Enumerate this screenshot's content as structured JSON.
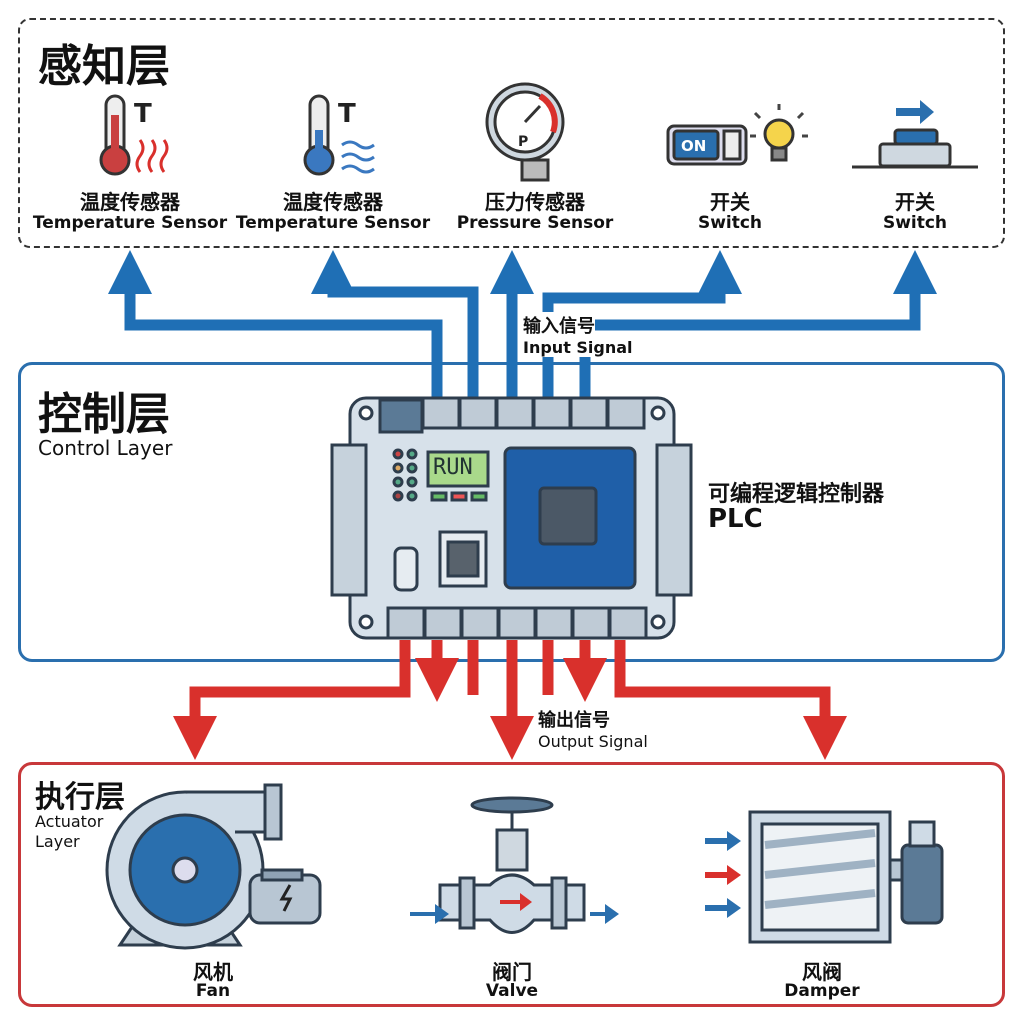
{
  "colors": {
    "input_arrow": "#1f6fb5",
    "output_arrow": "#d9302c",
    "control_border": "#2a6fae",
    "actuator_border": "#c8383a",
    "perception_border": "#333333",
    "pcb": "#1f5fa8",
    "plc_body": "#d7e1ea"
  },
  "perception_layer": {
    "title": "感知层",
    "devices": [
      {
        "cn": "温度传感器",
        "en": "Temperature Sensor",
        "icon": "thermometer-heat-icon"
      },
      {
        "cn": "温度传感器",
        "en": "Temperature Sensor",
        "icon": "thermometer-cold-icon"
      },
      {
        "cn": "压力传感器",
        "en": "Pressure Sensor",
        "icon": "pressure-gauge-icon"
      },
      {
        "cn": "开关",
        "en": "Switch",
        "icon": "toggle-switch-bulb-icon"
      },
      {
        "cn": "开关",
        "en": "Switch",
        "icon": "push-button-icon"
      }
    ]
  },
  "input_signal": {
    "cn": "输入信号",
    "en": "Input Signal"
  },
  "control_layer": {
    "title": "控制层",
    "subtitle": "Control Layer",
    "plc": {
      "cn": "可编程逻辑控制器",
      "en": "PLC",
      "display": "RUN"
    }
  },
  "output_signal": {
    "cn": "输出信号",
    "en": "Output Signal"
  },
  "actuator_layer": {
    "title": "执行层",
    "subtitle_1": "Actuator",
    "subtitle_2": "Layer",
    "devices": [
      {
        "cn": "风机",
        "en": "Fan",
        "icon": "fan-blower-icon"
      },
      {
        "cn": "阀门",
        "en": "Valve",
        "icon": "valve-icon"
      },
      {
        "cn": "风阀",
        "en": "Damper",
        "icon": "damper-icon"
      }
    ]
  }
}
